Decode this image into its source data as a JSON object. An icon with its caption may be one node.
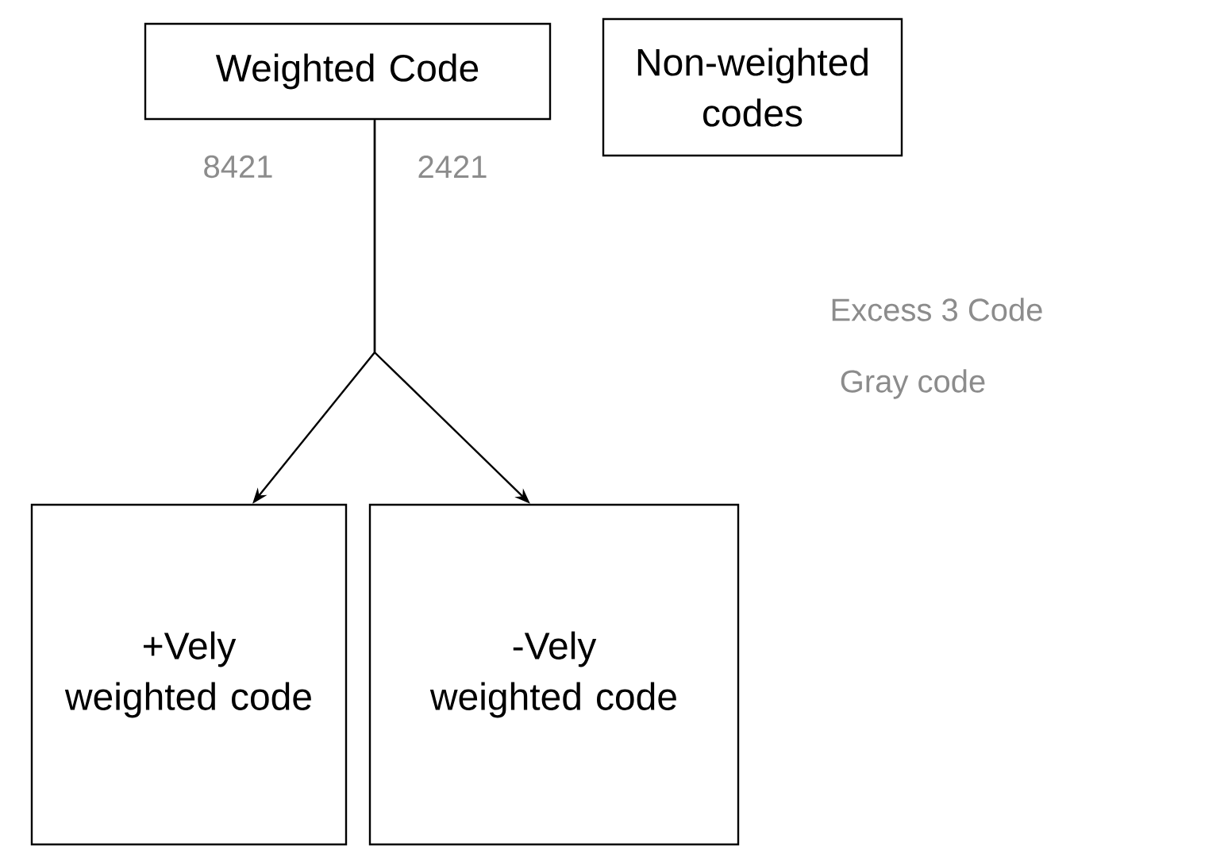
{
  "diagram": {
    "nodes": [
      {
        "text": [
          "Weighted Code"
        ]
      },
      {
        "text": [
          "Non-weighted codes"
        ]
      },
      {
        "text": [
          "+Vely weighted code"
        ]
      },
      {
        "text": [
          "-Vely weighted code"
        ]
      }
    ],
    "edges": [
      {
        "from": 0,
        "to": 2,
        "arrow": "to"
      },
      {
        "from": 0,
        "to": 3,
        "arrow": "to"
      }
    ],
    "labels": [
      "8421",
      "2421",
      "Excess 3 Code",
      "Gray code"
    ]
  }
}
